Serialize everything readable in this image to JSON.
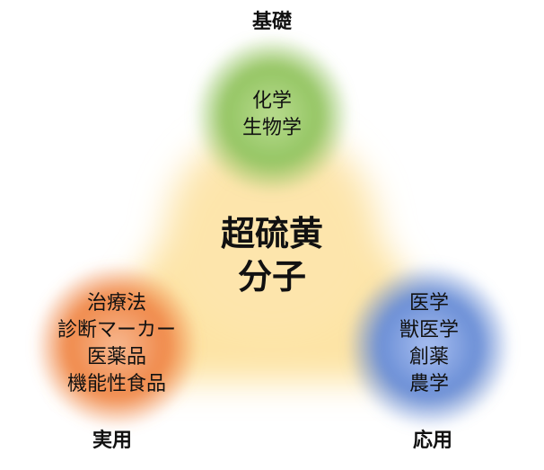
{
  "center": {
    "line1": "超硫黄",
    "line2": "分子"
  },
  "nodes": {
    "top": {
      "heading": "基礎",
      "items": [
        "化学",
        "生物学"
      ],
      "color": "#8fc15c"
    },
    "left": {
      "heading": "実用",
      "items": [
        "治療法",
        "診断マーカー",
        "医薬品",
        "機能性食品"
      ],
      "color": "#f08a4b"
    },
    "right": {
      "heading": "応用",
      "items": [
        "医学",
        "獣医学",
        "創薬",
        "農学"
      ],
      "color": "#6a8ed6"
    }
  },
  "triangle_color": "#fde3a0"
}
